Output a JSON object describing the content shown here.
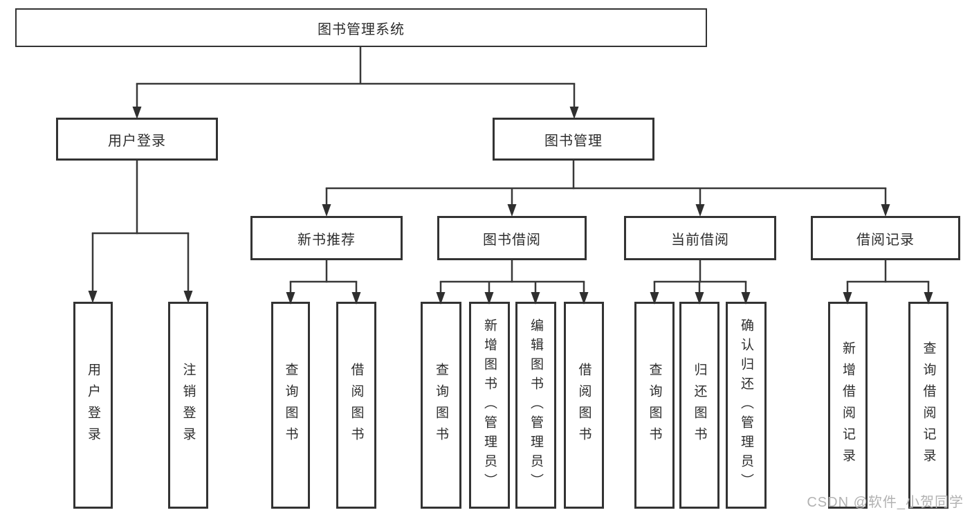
{
  "colors": {
    "line": "#383838",
    "box_border": "#333333",
    "text": "#2d2d2d",
    "background": "#ffffff",
    "watermark": "#b2b2b2"
  },
  "watermark": "CSDN @软件_小贺同学",
  "tree": {
    "root": {
      "label": "图书管理系统"
    },
    "branches": [
      {
        "label": "用户登录",
        "children": [
          {
            "label": "用户登录"
          },
          {
            "label": "注销登录"
          }
        ]
      },
      {
        "label": "图书管理",
        "children": [
          {
            "label": "新书推荐",
            "children": [
              {
                "label": "查询图书"
              },
              {
                "label": "借阅图书"
              }
            ]
          },
          {
            "label": "图书借阅",
            "children": [
              {
                "label": "查询图书"
              },
              {
                "label": "新增图书（管理员）"
              },
              {
                "label": "编辑图书（管理员）"
              },
              {
                "label": "借阅图书"
              }
            ]
          },
          {
            "label": "当前借阅",
            "children": [
              {
                "label": "查询图书"
              },
              {
                "label": "归还图书"
              },
              {
                "label": "确认归还（管理员）"
              }
            ]
          },
          {
            "label": "借阅记录",
            "children": [
              {
                "label": "新增借阅记录"
              },
              {
                "label": "查询借阅记录"
              }
            ]
          }
        ]
      }
    ]
  }
}
